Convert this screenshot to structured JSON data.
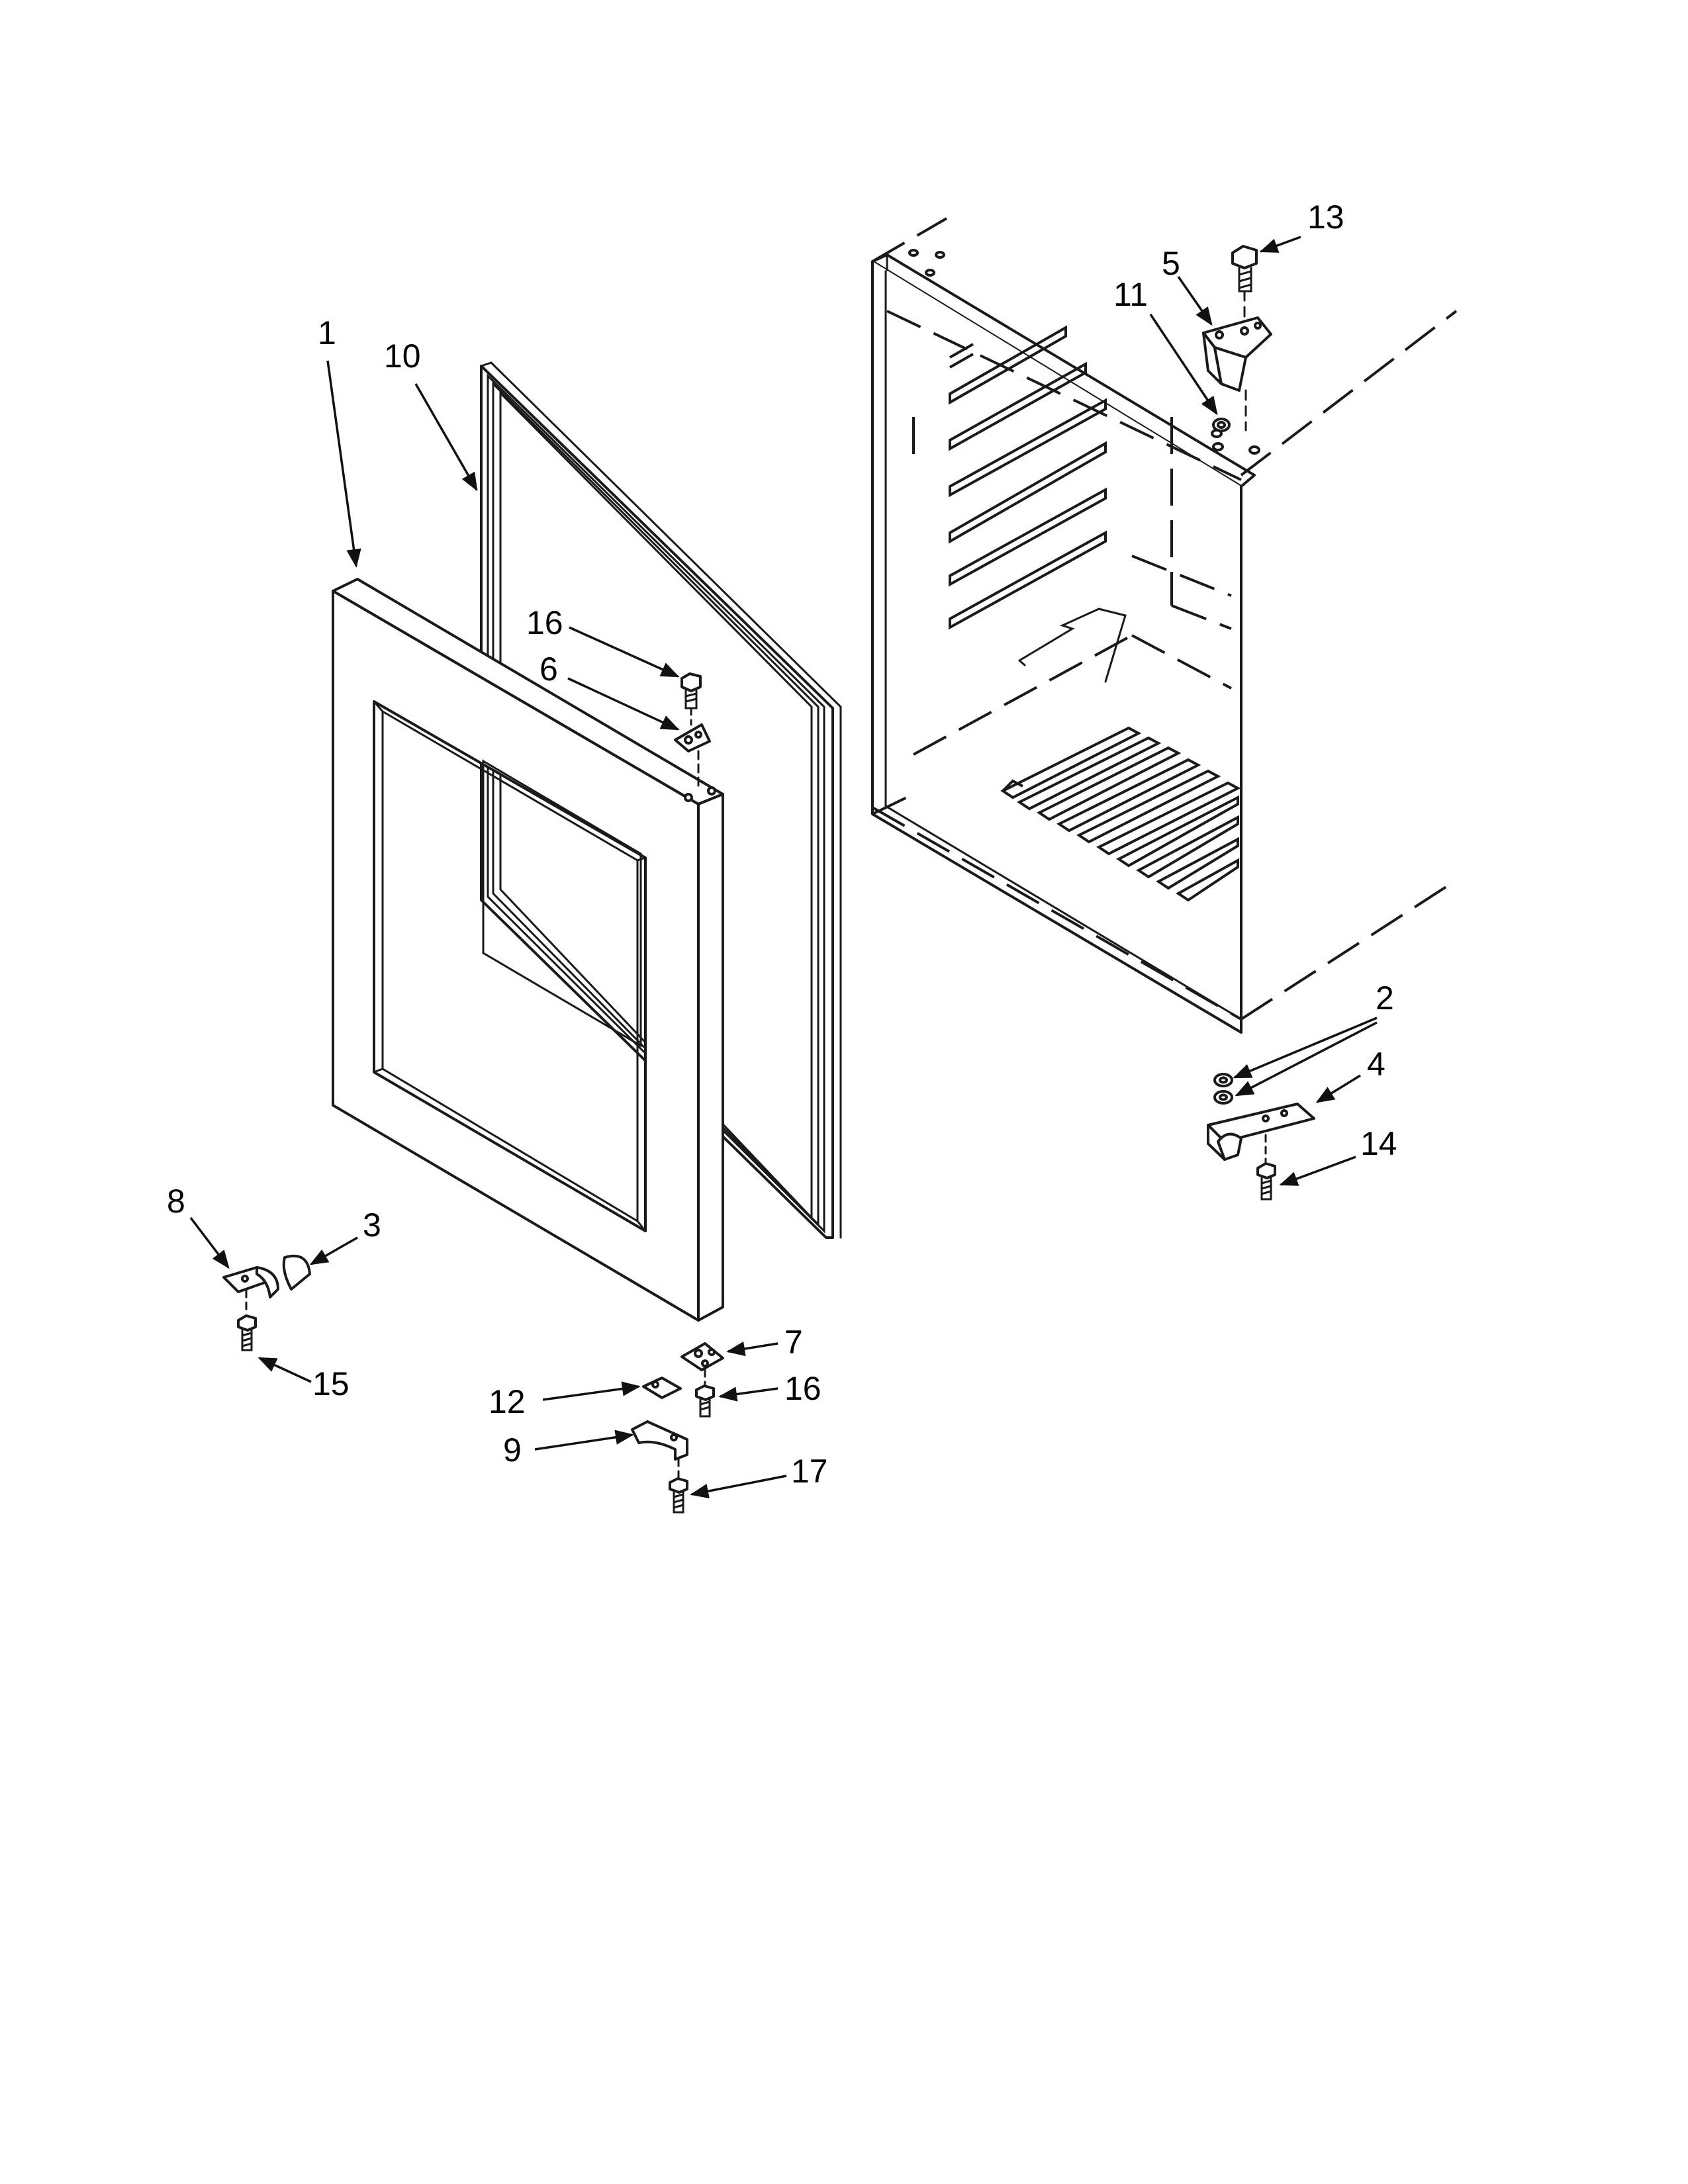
{
  "diagram": {
    "callouts": [
      "1",
      "10",
      "16",
      "6",
      "8",
      "3",
      "15",
      "7",
      "12",
      "16",
      "9",
      "17",
      "13",
      "5",
      "11",
      "2",
      "4",
      "14"
    ]
  }
}
